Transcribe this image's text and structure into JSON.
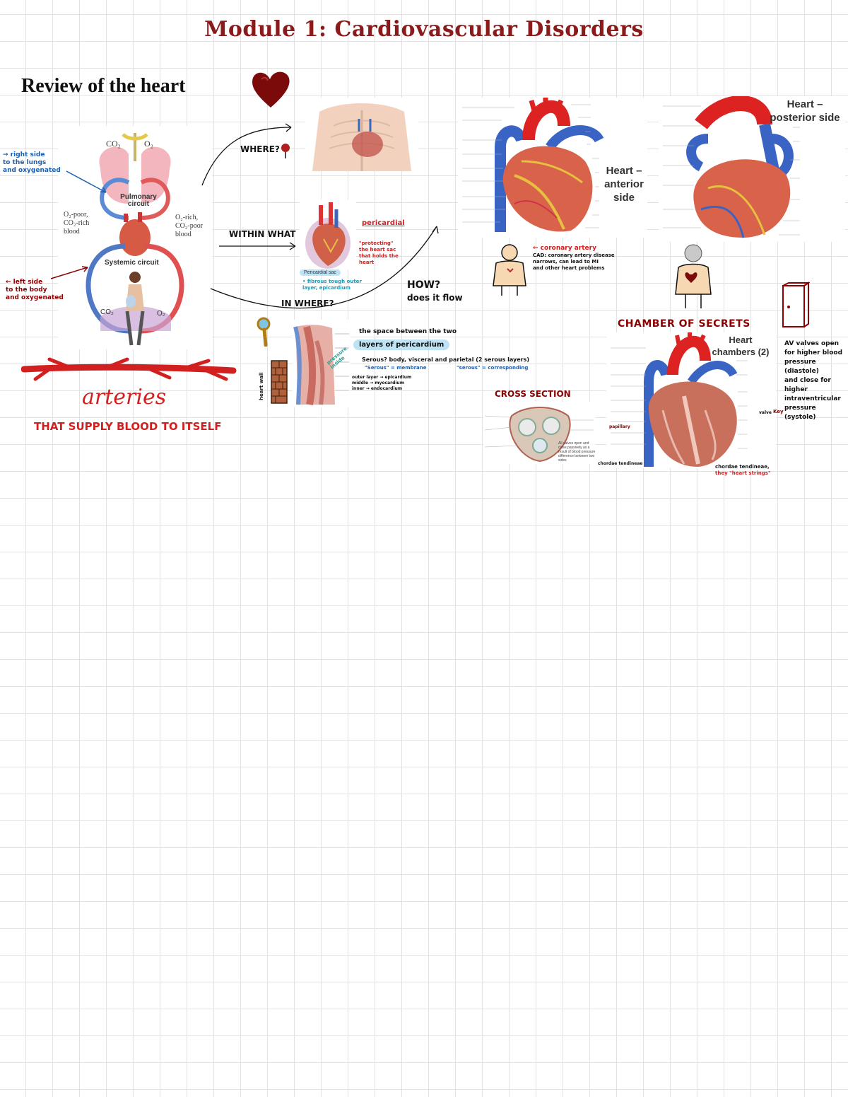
{
  "page": {
    "title": "Module 1: Cardiovascular Disorders",
    "subtitle": "Review of the heart"
  },
  "circulation": {
    "co2_top": "CO₂",
    "o2_top": "O₂",
    "pulmonary": "Pulmonary circuit",
    "poor_blood": [
      "O₂-poor,",
      "CO₂-rich",
      "blood"
    ],
    "rich_blood": [
      "O₂-rich,",
      "CO₂-poor",
      "blood"
    ],
    "systemic": "Systemic circuit",
    "co2_bottom": "CO₂",
    "o2_bottom": "O₂",
    "right_note": [
      "→ right side",
      "to the lungs",
      "and oxygenated"
    ],
    "left_note": [
      "← left side",
      "to the body",
      "and oxygenated"
    ]
  },
  "arteries": {
    "word": "arteries",
    "caption": "THAT SUPPLY BLOOD TO ITSELF"
  },
  "notes": {
    "where": "WHERE?",
    "within_what": "WITHIN WHAT",
    "in_where": "IN WHERE?",
    "how": "HOW?",
    "does_it_flow": "does it flow",
    "pericardial": "pericardial",
    "protect": [
      "\"protecting\"",
      "the heart sac",
      "that holds the heart"
    ],
    "pericardial_sac": "Pericardial sac",
    "fibrous": [
      "• fibrous tough outer",
      "layer, epicardium"
    ],
    "space_between": "the space between the two",
    "layers": "layers of pericardium",
    "serous": "Serous? body, visceral and parietal (2 serous layers)",
    "serous_a": "\"Serous\" = membrane",
    "serous_b": "\"serous\" = corresponding",
    "layer_list": [
      "outer layer → epicardium",
      "middle → myocardium",
      "inner → endocardium"
    ],
    "heart_wall": "heart wall",
    "pressure": [
      "pressure",
      "inside"
    ],
    "key": "Key"
  },
  "anterior": {
    "title": [
      "Heart –",
      "anterior",
      "side"
    ],
    "note": [
      "← coronary artery",
      "CAD: coronary artery disease",
      "narrows, can lead to MI",
      "and other heart problems"
    ]
  },
  "posterior": {
    "title": [
      "Heart –",
      "posterior side"
    ]
  },
  "chambers": {
    "heading": "CHAMBER OF SECRETS",
    "title": [
      "Heart",
      "chambers (2)"
    ],
    "side_note": [
      "AV valves open",
      "for higher blood",
      "pressure (diastole)",
      "and close for higher",
      "intraventricular",
      "pressure (systole)"
    ],
    "left_annotation": "chordae tendineae",
    "left_annotation2": "papillary",
    "bottom_note": [
      "chordae tendineae,",
      "they \"heart strings\""
    ],
    "valve_label": "valve"
  },
  "cross_section": {
    "heading": "CROSS SECTION",
    "note": [
      "All valves open and",
      "close passively as a",
      "result of blood pressure",
      "difference between two",
      "sides"
    ]
  },
  "colors": {
    "title": "#8b1a1a",
    "blue_note": "#1d5fb0",
    "red_note": "#8b0000",
    "teal_note": "#1a9bb5",
    "artery_red": "#d21f1f"
  },
  "icons": [
    "heart-icon",
    "magnifier-icon",
    "door-icon",
    "brick-wall-icon",
    "person-icon",
    "map-pin-icon"
  ]
}
